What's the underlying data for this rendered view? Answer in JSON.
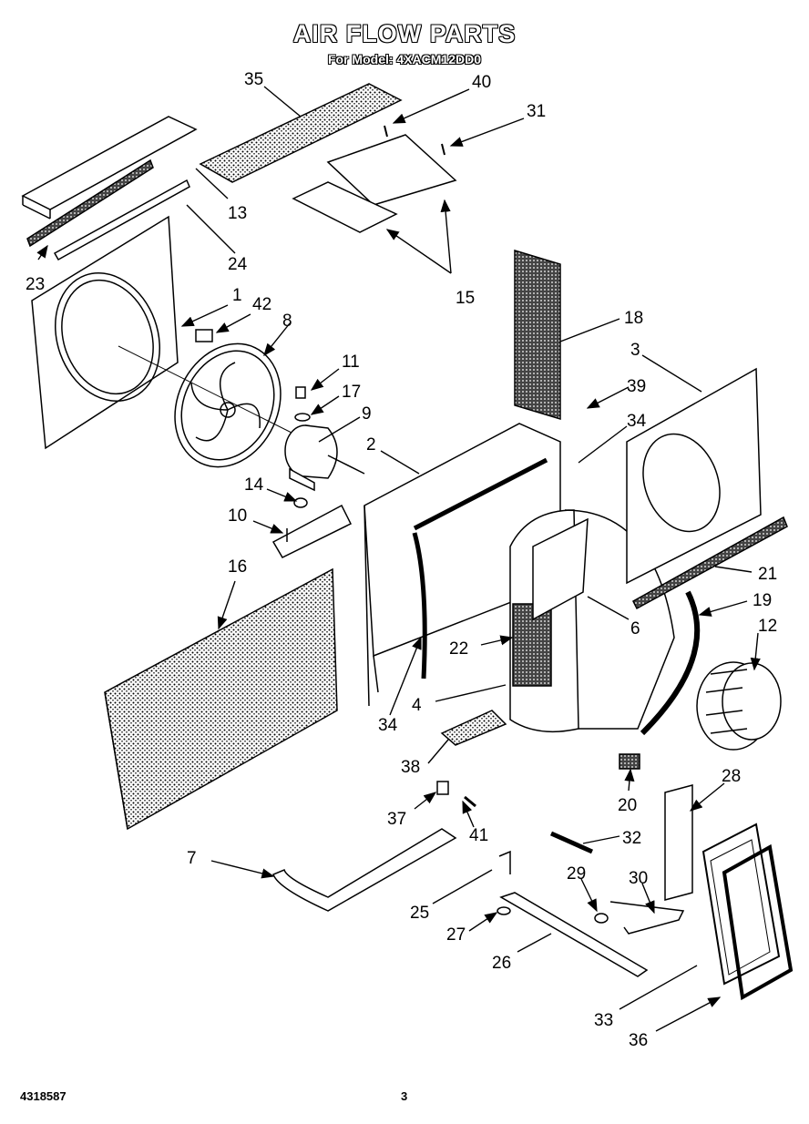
{
  "header": {
    "title": "AIR FLOW PARTS",
    "subtitle": "For Model: 4XACM12DD0"
  },
  "footer": {
    "part_number": "4318587",
    "page_number": "3"
  },
  "callouts": {
    "c1": "1",
    "c2": "2",
    "c3": "3",
    "c4": "4",
    "c6": "6",
    "c7": "7",
    "c8": "8",
    "c9": "9",
    "c10": "10",
    "c11": "11",
    "c12": "12",
    "c13": "13",
    "c14": "14",
    "c15": "15",
    "c16": "16",
    "c17": "17",
    "c18": "18",
    "c19": "19",
    "c20": "20",
    "c21": "21",
    "c22": "22",
    "c23": "23",
    "c24": "24",
    "c25": "25",
    "c26": "26",
    "c27": "27",
    "c28": "28",
    "c29": "29",
    "c30": "30",
    "c31": "31",
    "c32": "32",
    "c33": "33",
    "c34a": "34",
    "c34b": "34",
    "c35": "35",
    "c36": "36",
    "c37": "37",
    "c38": "38",
    "c39": "39",
    "c40": "40",
    "c41": "41",
    "c42": "42"
  }
}
